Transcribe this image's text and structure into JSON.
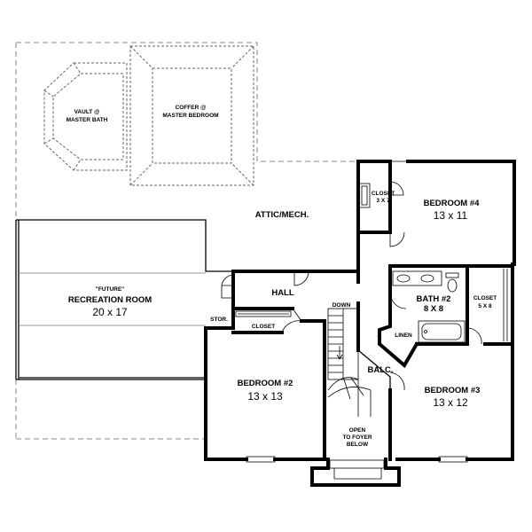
{
  "rooms": {
    "vault": {
      "line1": "VAULT @",
      "line2": "MASTER BATH"
    },
    "coffer": {
      "line1": "COFFER @",
      "line2": "MASTER BEDROOM"
    },
    "attic": {
      "name": "ATTIC/MECH."
    },
    "closet_bed4": {
      "name": "CLOSET",
      "size": "3 X 7"
    },
    "bedroom4": {
      "name": "BEDROOM #4",
      "size": "13 x 11"
    },
    "recreation": {
      "note": "\"FUTURE\"",
      "name": "RECREATION ROOM",
      "size": "20 x 17"
    },
    "hall": {
      "name": "HALL"
    },
    "down": {
      "name": "DOWN"
    },
    "bath2": {
      "name": "BATH #2",
      "size": "8 X 8"
    },
    "closet_bed3": {
      "name": "CLOSET",
      "size": "5 X 8"
    },
    "stor": {
      "name": "STOR."
    },
    "closet_bed2": {
      "name": "CLOSET"
    },
    "linen": {
      "name": "LINEN"
    },
    "balc": {
      "name": "BALC."
    },
    "bedroom2": {
      "name": "BEDROOM #2",
      "size": "13 x 13"
    },
    "bedroom3": {
      "name": "BEDROOM #3",
      "size": "13 x 12"
    },
    "open_foyer": {
      "line1": "OPEN",
      "line2": "TO FOYER",
      "line3": "BELOW"
    }
  }
}
